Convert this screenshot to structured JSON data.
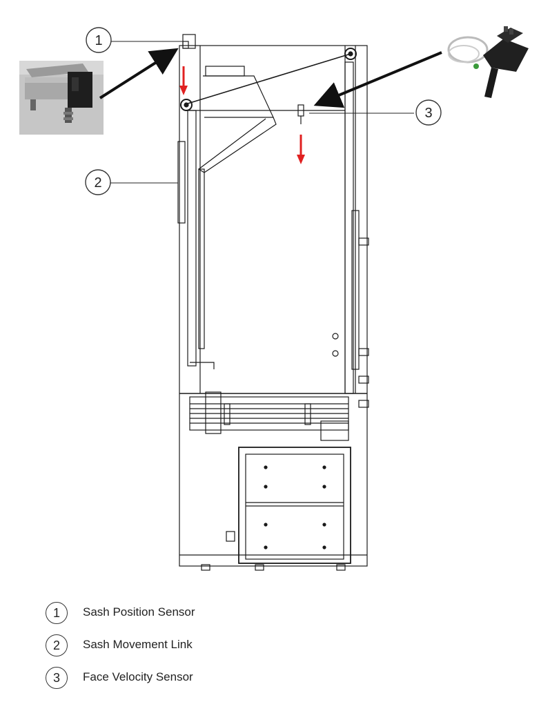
{
  "callouts": [
    {
      "number": "1"
    },
    {
      "number": "2"
    },
    {
      "number": "3"
    }
  ],
  "legend": [
    {
      "number": "1",
      "label": "Sash Position Sensor"
    },
    {
      "number": "2",
      "label": "Sash Movement Link"
    },
    {
      "number": "3",
      "label": "Face Velocity Sensor"
    }
  ],
  "colors": {
    "line": "#1a1a1a",
    "arrow_red": "#e02020",
    "photo_bg": "#c8c8c8",
    "sensor_body": "#222222"
  },
  "icons": [
    "sash-position-sensor-photo",
    "face-velocity-sensor-photo",
    "red-down-arrow-icon",
    "black-pointer-arrow-icon"
  ]
}
